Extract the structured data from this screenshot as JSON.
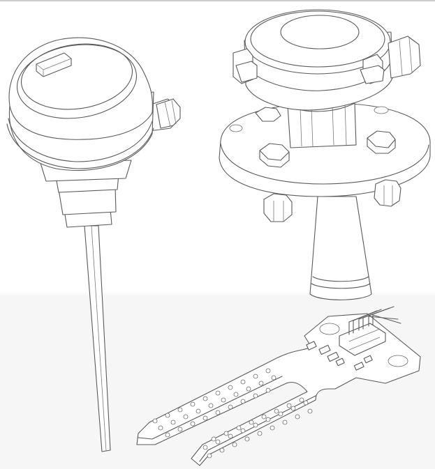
{
  "figure": {
    "items": [
      {
        "name": "temperature-sensor",
        "icon": "thermocouple-probe-icon"
      },
      {
        "name": "radar-level-sensor",
        "icon": "flanged-horn-antenna-icon"
      },
      {
        "name": "soil-moisture-sensor",
        "icon": "two-prong-probe-board-icon"
      }
    ],
    "colors": {
      "line": "#5a5a5a",
      "background": "#ffffff",
      "lower-background": "#f6f6f6",
      "top-border": "#cfcfcf"
    }
  }
}
